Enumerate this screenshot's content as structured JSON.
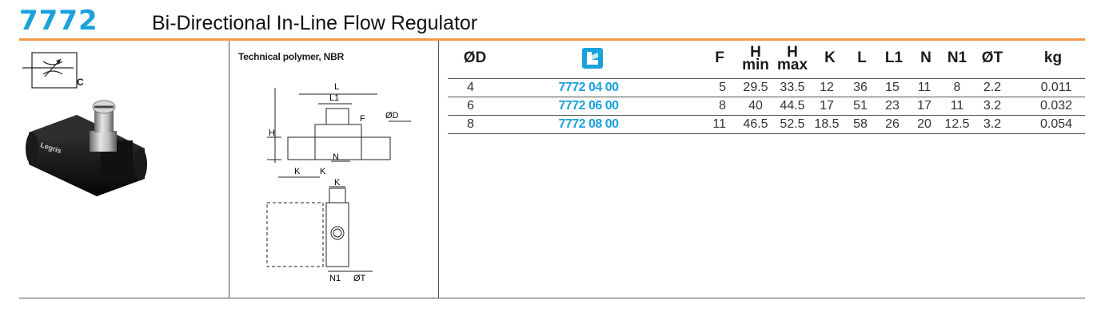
{
  "header": {
    "code": "7772",
    "title": "Bi-Directional In-Line Flow Regulator",
    "accent_color": "#1aa1dc",
    "rule_color": "#f29a46"
  },
  "product": {
    "symbol_label": "C",
    "product_icon": "flow-regulator-photo",
    "body_marking": "Legris",
    "material": "Technical polymer, NBR"
  },
  "drawing": {
    "labels": {
      "L": "L",
      "L1": "L1",
      "F": "F",
      "D": "ØD",
      "H": "H",
      "N": "N",
      "K1": "K",
      "K2": "K",
      "K3": "K",
      "N1": "N1",
      "T": "ØT"
    }
  },
  "table": {
    "columns": {
      "od": "ØD",
      "ref_icon": "legris-reference-icon",
      "f": "F",
      "hmin_top": "H",
      "hmin_bot": "min",
      "hmax_top": "H",
      "hmax_bot": "max",
      "k": "K",
      "l": "L",
      "l1": "L1",
      "n": "N",
      "n1": "N1",
      "ot": "ØT",
      "kg": "kg"
    },
    "rows": [
      {
        "od": "4",
        "ref": "7772 04 00",
        "f": "5",
        "hmin": "29.5",
        "hmax": "33.5",
        "k": "12",
        "l": "36",
        "l1": "15",
        "n": "11",
        "n1": "8",
        "ot": "2.2",
        "kg": "0.011"
      },
      {
        "od": "6",
        "ref": "7772 06 00",
        "f": "8",
        "hmin": "40",
        "hmax": "44.5",
        "k": "17",
        "l": "51",
        "l1": "23",
        "n": "17",
        "n1": "11",
        "ot": "3.2",
        "kg": "0.032"
      },
      {
        "od": "8",
        "ref": "7772 08 00",
        "f": "11",
        "hmin": "46.5",
        "hmax": "52.5",
        "k": "18.5",
        "l": "58",
        "l1": "26",
        "n": "20",
        "n1": "12.5",
        "ot": "3.2",
        "kg": "0.054"
      }
    ]
  }
}
